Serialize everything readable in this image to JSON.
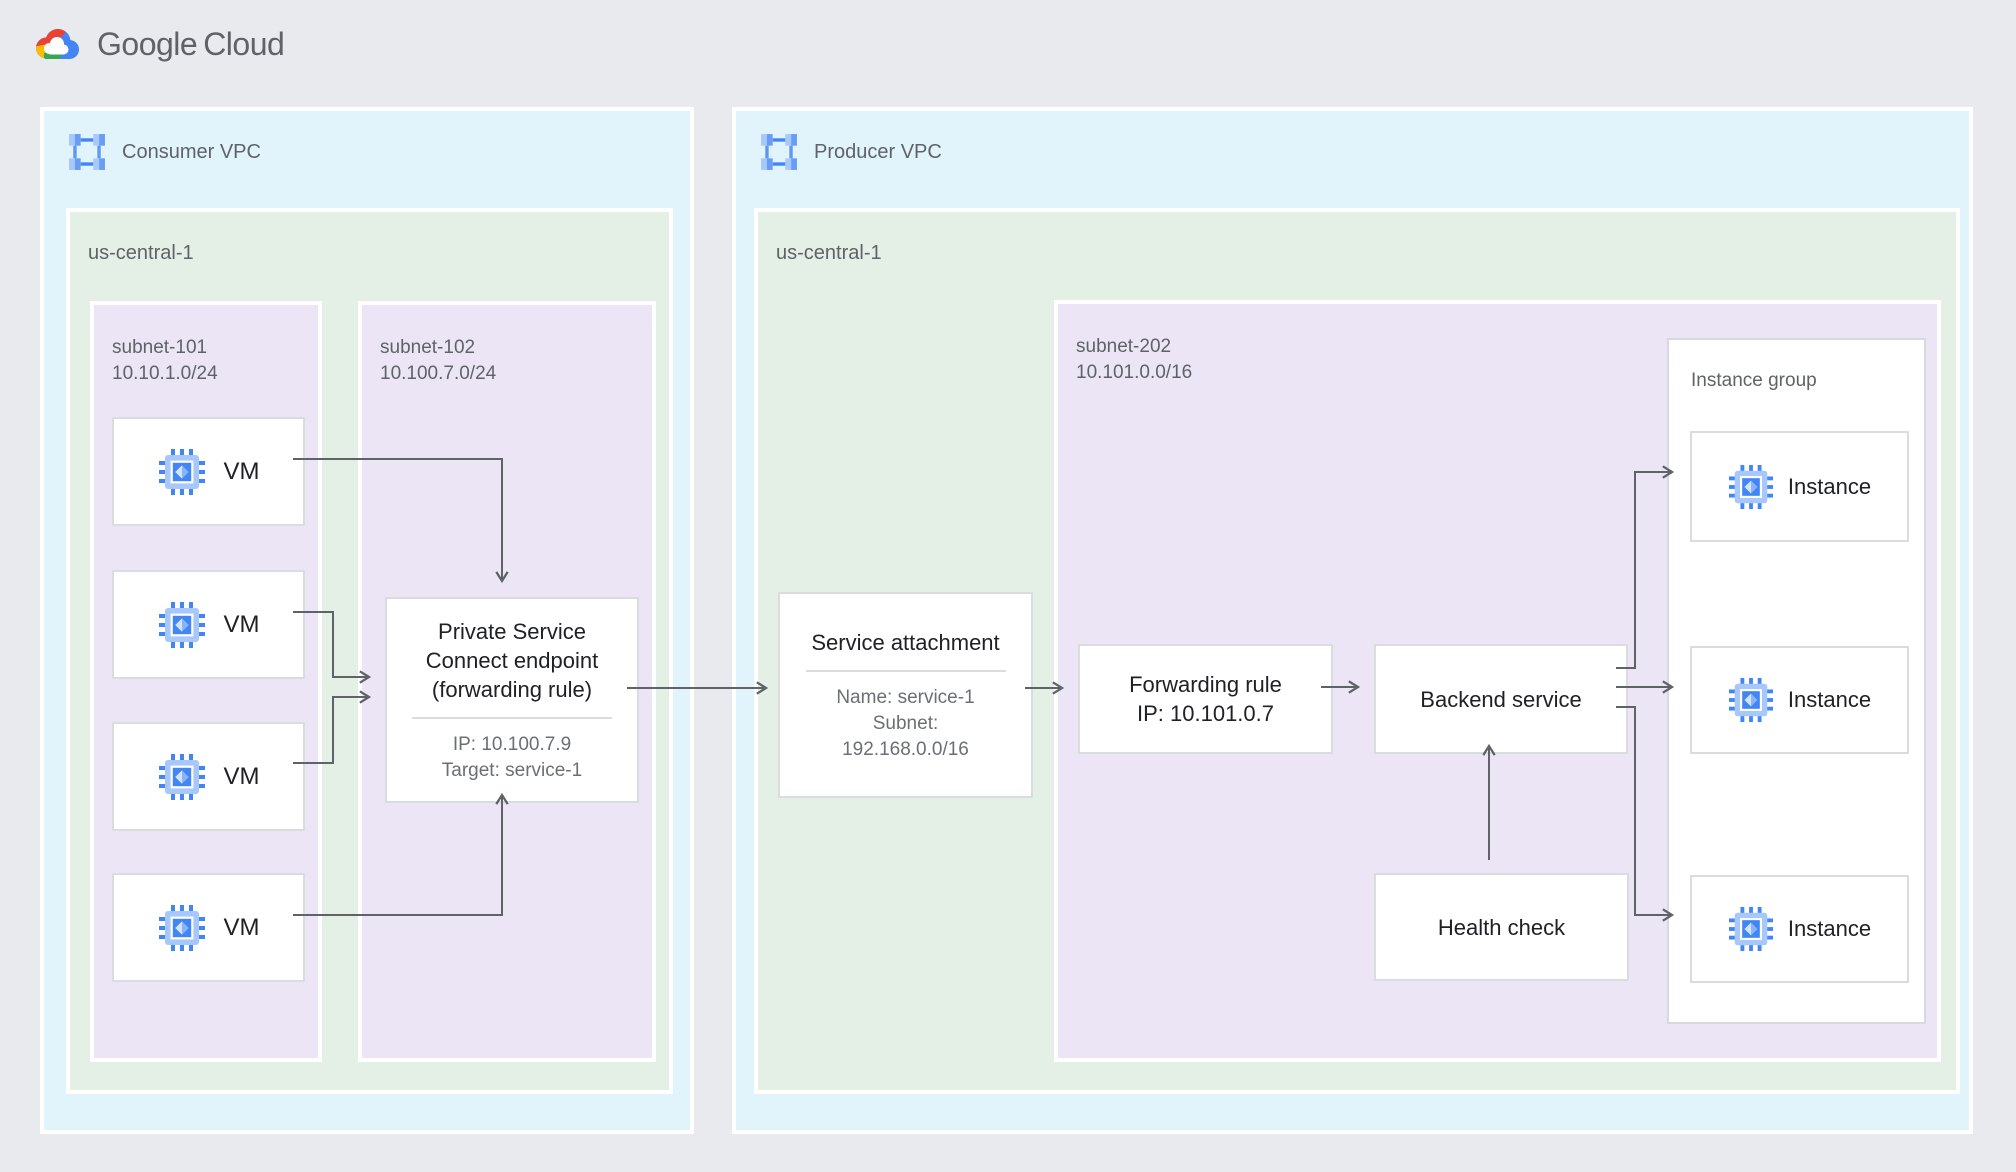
{
  "header": {
    "logo_google": "Google",
    "logo_cloud": "Cloud"
  },
  "consumer_vpc": {
    "label": "Consumer VPC",
    "region": {
      "label": "us-central-1",
      "subnet101": {
        "name": "subnet-101",
        "cidr": "10.10.1.0/24",
        "vms": [
          {
            "label": "VM"
          },
          {
            "label": "VM"
          },
          {
            "label": "VM"
          },
          {
            "label": "VM"
          }
        ]
      },
      "subnet102": {
        "name": "subnet-102",
        "cidr": "10.100.7.0/24",
        "psc_endpoint": {
          "title_line1": "Private Service",
          "title_line2": "Connect endpoint",
          "title_line3": "(forwarding rule)",
          "detail_ip": "IP: 10.100.7.9",
          "detail_target": "Target: service-1"
        }
      }
    }
  },
  "producer_vpc": {
    "label": "Producer VPC",
    "region": {
      "label": "us-central-1",
      "service_attachment": {
        "title": "Service attachment",
        "detail_name": "Name: service-1",
        "detail_subnet_label": "Subnet:",
        "detail_subnet_value": "192.168.0.0/16"
      },
      "subnet202": {
        "name": "subnet-202",
        "cidr": "10.101.0.0/16",
        "forwarding_rule": {
          "title": "Forwarding rule",
          "detail_ip": "IP: 10.101.0.7"
        },
        "backend_service": {
          "title": "Backend service"
        },
        "health_check": {
          "title": "Health check"
        },
        "instance_group": {
          "label": "Instance group",
          "instances": [
            {
              "label": "Instance"
            },
            {
              "label": "Instance"
            },
            {
              "label": "Instance"
            }
          ]
        }
      }
    }
  },
  "colors": {
    "background": "#E8EAED",
    "vpc_fill": "#E1F4FC",
    "region_fill": "#E4F0E6",
    "subnet_fill": "#EBE5F6",
    "card_border": "#DADCE0",
    "arrow": "#5F6368",
    "title_text": "#202124",
    "secondary_text": "#5F6368",
    "google_blue": "#4285F4",
    "google_red": "#EA4335",
    "google_yellow": "#FBBC04",
    "google_green": "#34A853"
  }
}
